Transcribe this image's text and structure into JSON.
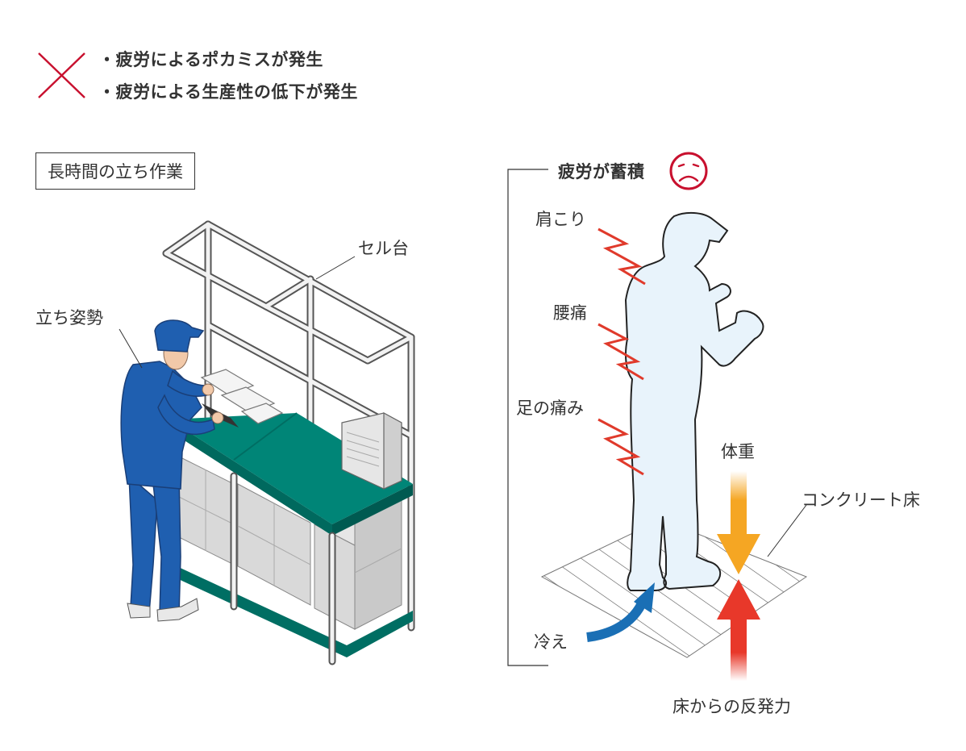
{
  "warning": {
    "items": [
      "・疲労によるポカミスが発生",
      "・疲労による生産性の低下が発生"
    ],
    "mark_color": "#c8102e"
  },
  "left_scene": {
    "title": "長時間の立ち作業",
    "label_cell_table": "セル台",
    "label_posture": "立ち姿勢"
  },
  "right_scene": {
    "title": "疲労が蓄積",
    "symptoms": [
      "肩こり",
      "腰痛",
      "足の痛み"
    ],
    "label_weight": "体重",
    "label_floor": "コンクリート床",
    "label_cold": "冷え",
    "label_reaction": "床からの反発力"
  },
  "colors": {
    "worker_blue": "#1f5fb0",
    "table_green": "#008577",
    "silhouette": "#e8f3fb",
    "pain": "#e03a2b",
    "weight_arrow": "#f5a623",
    "reaction_arrow": "#e8382a",
    "cold_arrow": "#1a6fb5"
  }
}
